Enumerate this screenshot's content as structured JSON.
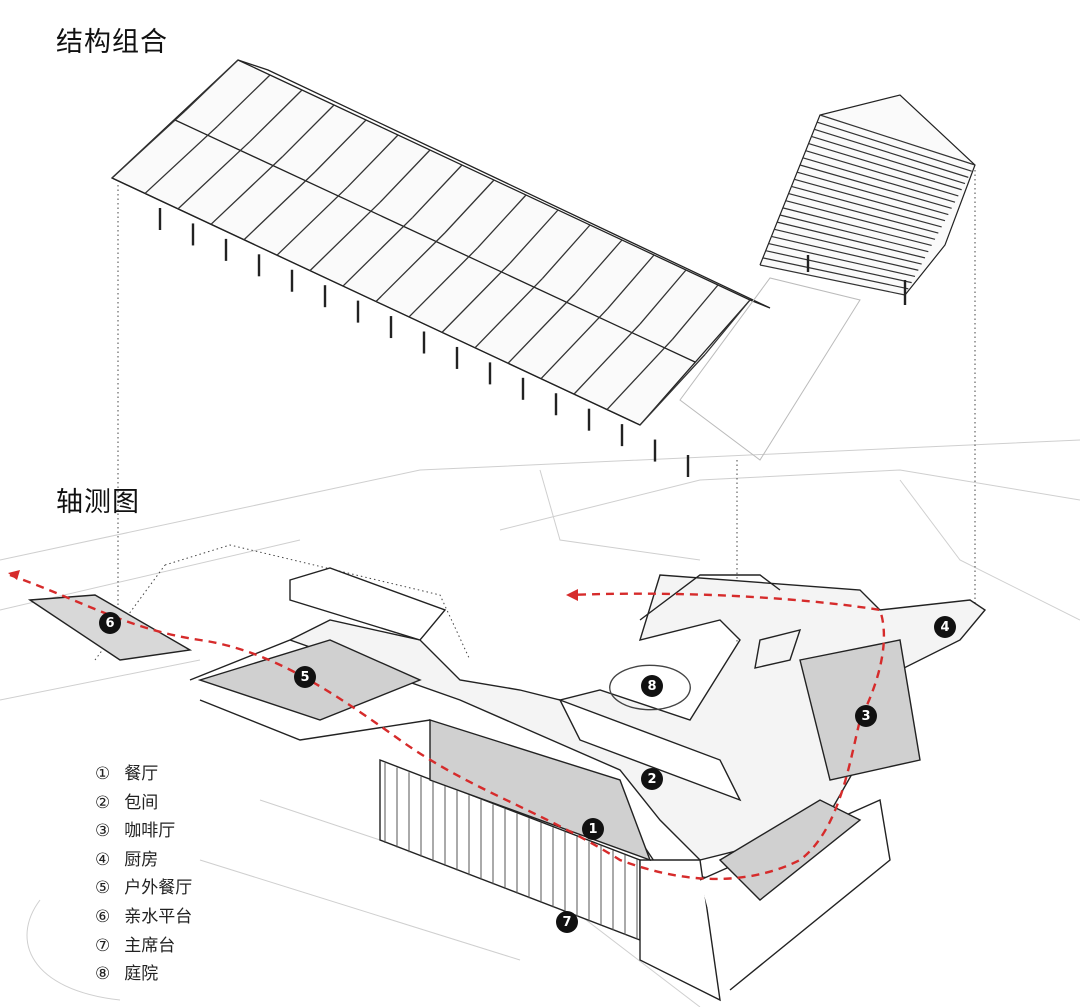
{
  "titles": {
    "structure": "结构组合",
    "axonometric": "轴测图"
  },
  "legend": [
    {
      "num": "①",
      "label": "餐厅"
    },
    {
      "num": "②",
      "label": "包间"
    },
    {
      "num": "③",
      "label": "咖啡厅"
    },
    {
      "num": "④",
      "label": "厨房"
    },
    {
      "num": "⑤",
      "label": "户外餐厅"
    },
    {
      "num": "⑥",
      "label": "亲水平台"
    },
    {
      "num": "⑦",
      "label": "主席台"
    },
    {
      "num": "⑧",
      "label": "庭院"
    }
  ],
  "markers": [
    "1",
    "2",
    "3",
    "4",
    "5",
    "6",
    "7",
    "8"
  ],
  "colors": {
    "path": "#d62b2b",
    "floor": "#d0d0d0",
    "line": "#222222"
  }
}
